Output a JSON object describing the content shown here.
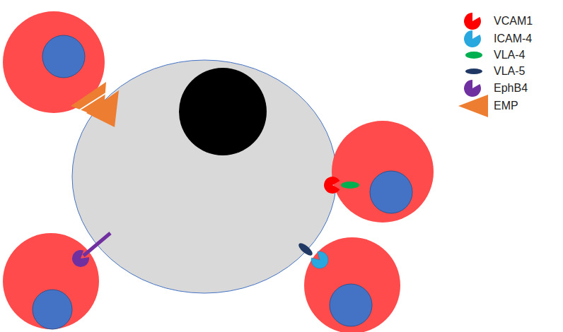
{
  "diagram": {
    "legend": [
      {
        "text": "VCAM1"
      },
      {
        "text": "ICAM-4"
      },
      {
        "text": "VLA-4"
      },
      {
        "text": "VLA-5"
      },
      {
        "text": "EphB4"
      },
      {
        "text": "EMP"
      }
    ]
  }
}
